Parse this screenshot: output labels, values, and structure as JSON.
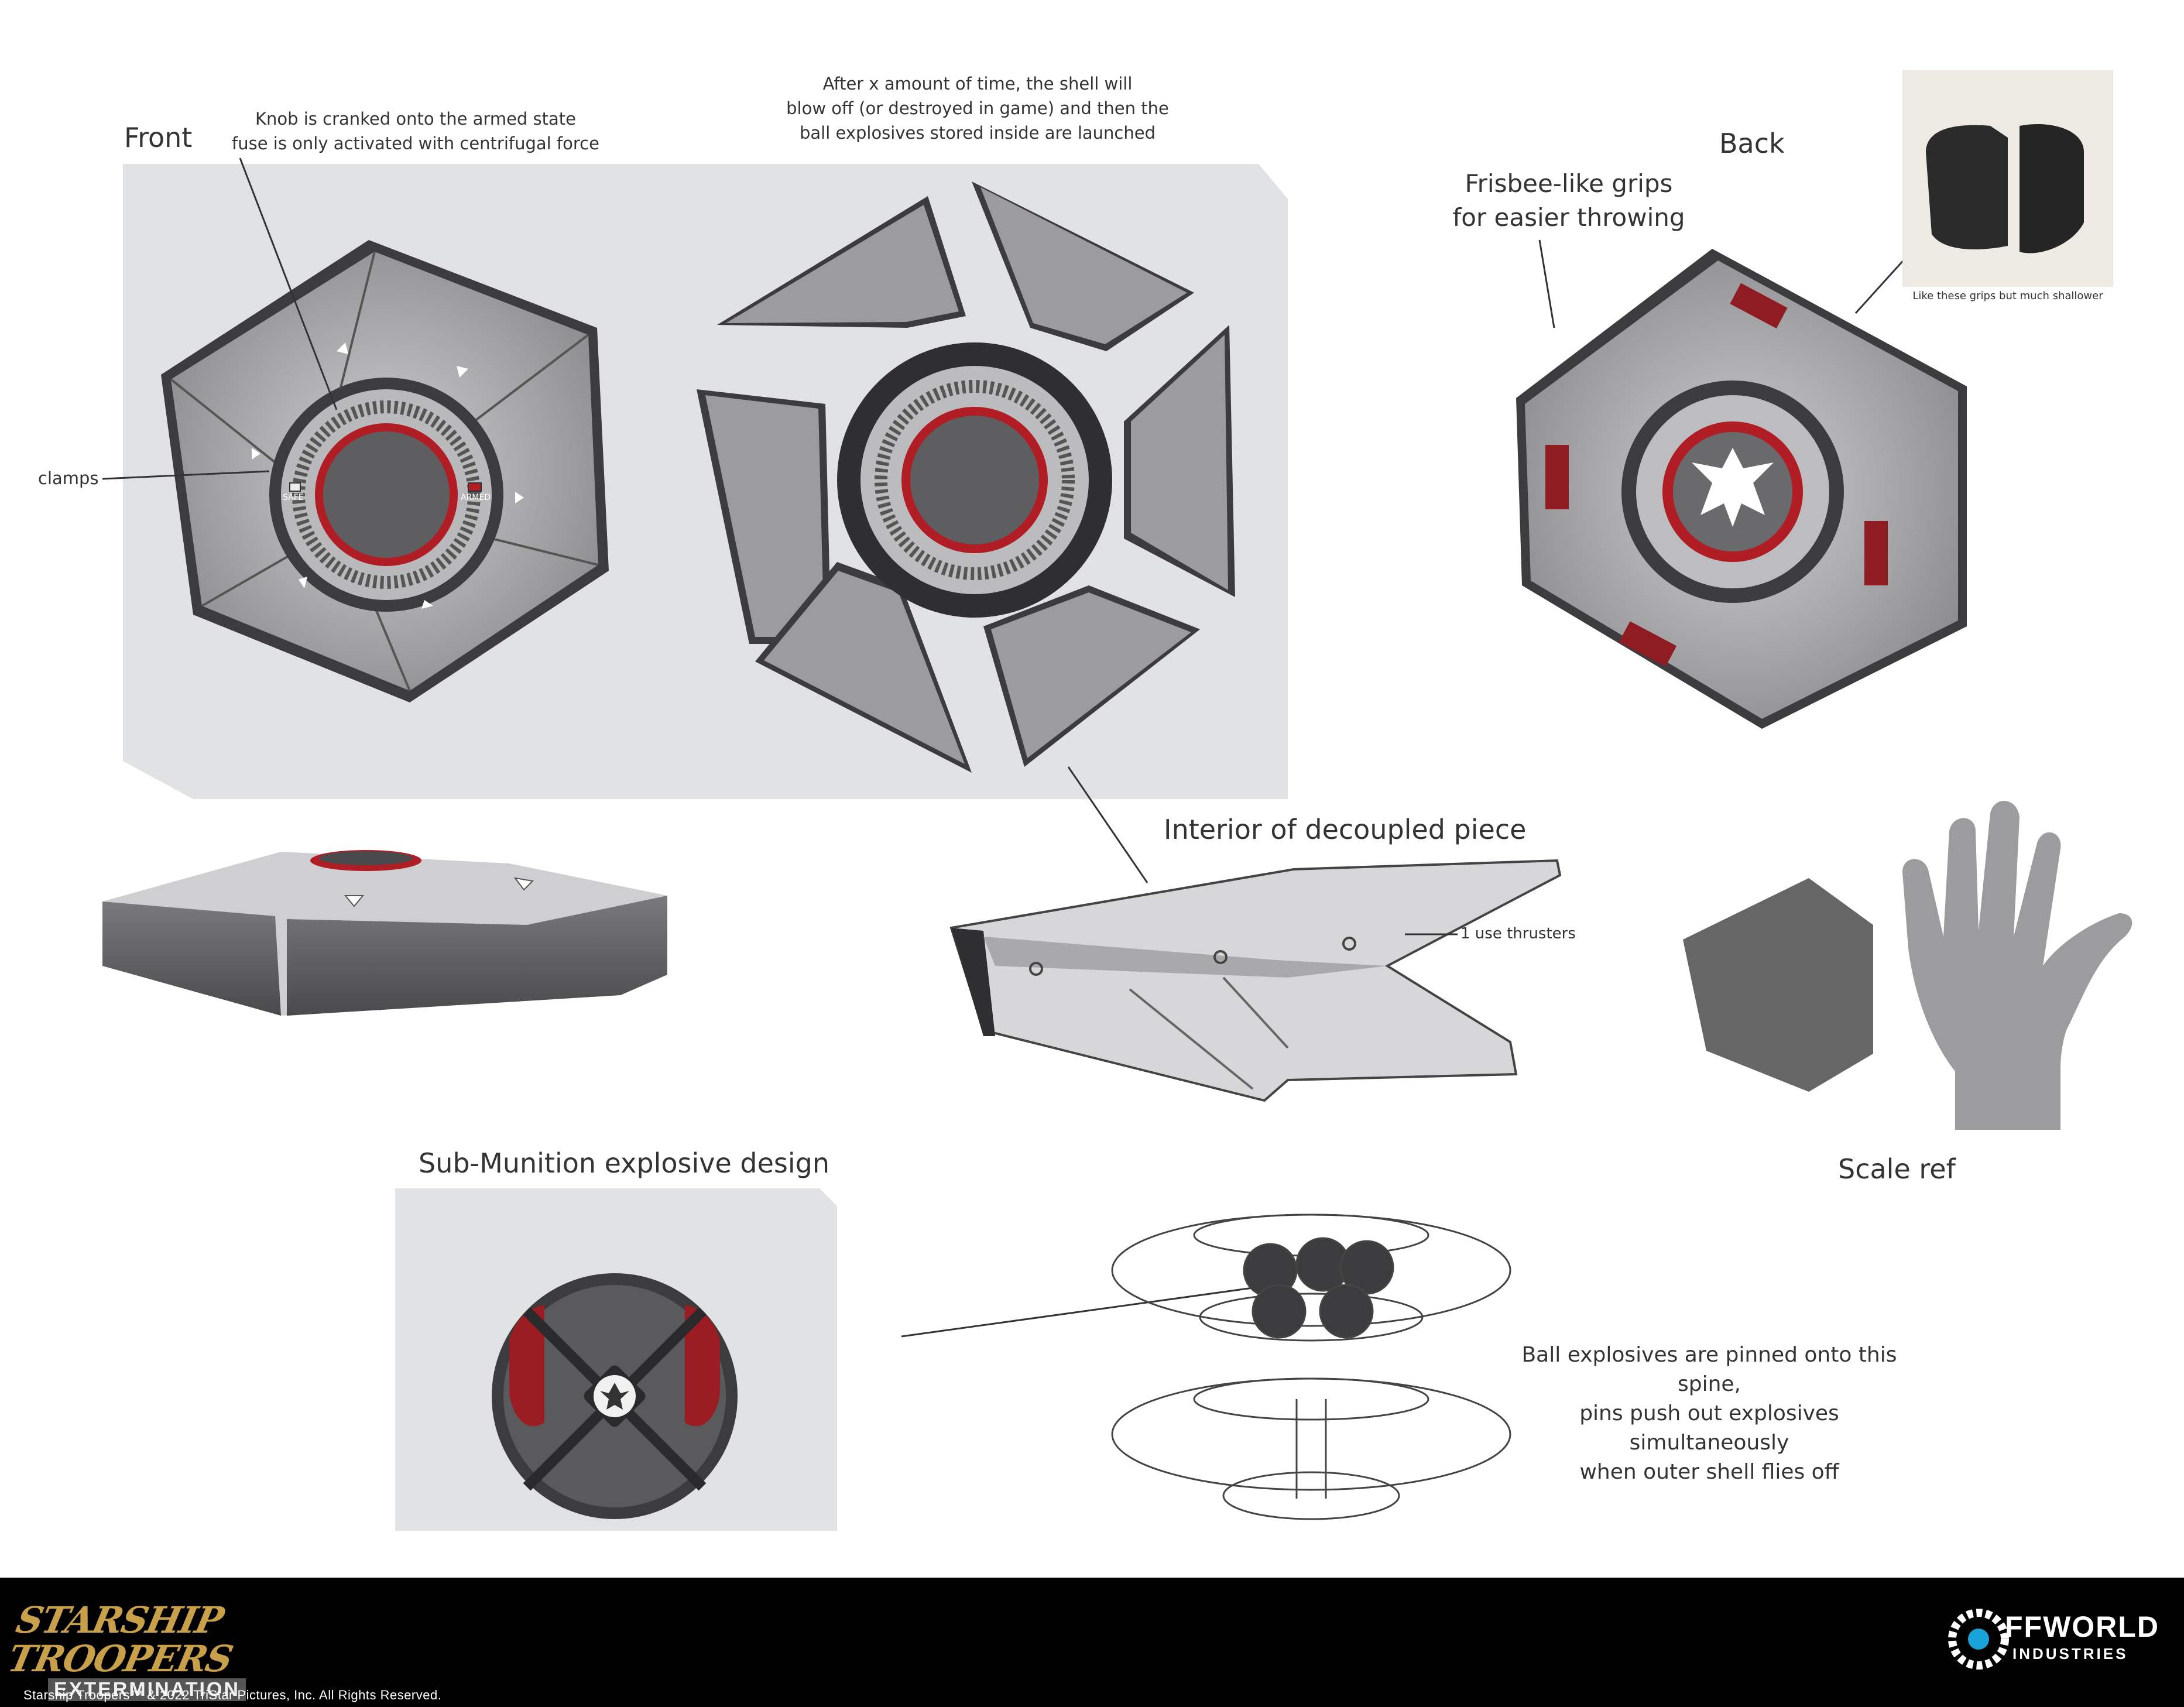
{
  "labels": {
    "front_title": "Front",
    "knob_note_line1": "Knob is cranked onto the armed state",
    "knob_note_line2": "fuse is only activated with centrifugal force",
    "shell_note_line1": "After x amount of time, the shell will",
    "shell_note_line2": "blow off (or destroyed in game) and then the",
    "shell_note_line3": "ball explosives stored inside are launched",
    "back_title": "Back",
    "grips_note_line1": "Frisbee-like grips",
    "grips_note_line2": "for easier throwing",
    "grips_photo_caption": "Like these grips but much shallower",
    "clamps_label": "clamps",
    "safe_label": "SAFE",
    "armed_label": "ARMED",
    "interior_title": "Interior of decoupled piece",
    "thrusters_label": "1 use thrusters",
    "scale_title": "Scale ref",
    "submunition_title": "Sub-Munition explosive design",
    "spine_note_line1": "Ball explosives are pinned onto this spine,",
    "spine_note_line2": "pins push out explosives simultaneously",
    "spine_note_line3": "when outer shell flies off"
  },
  "footer": {
    "game_logo_line1": "STARSHIP TROOPERS",
    "game_logo_line2": "EXTERMINATION",
    "publisher_logo_line1": "FFWORLD",
    "publisher_logo_line2": "INDUSTRIES",
    "copyright": "Starship Troopers™ & 2022 TriStar Pictures, Inc. All Rights Reserved."
  },
  "colors": {
    "panel_bg": "#e1e2e4",
    "shell_grey": "#9c9c9e",
    "accent_red": "#b01d24",
    "dark_frame": "#3c3c3e",
    "footer_bg": "#000000"
  }
}
